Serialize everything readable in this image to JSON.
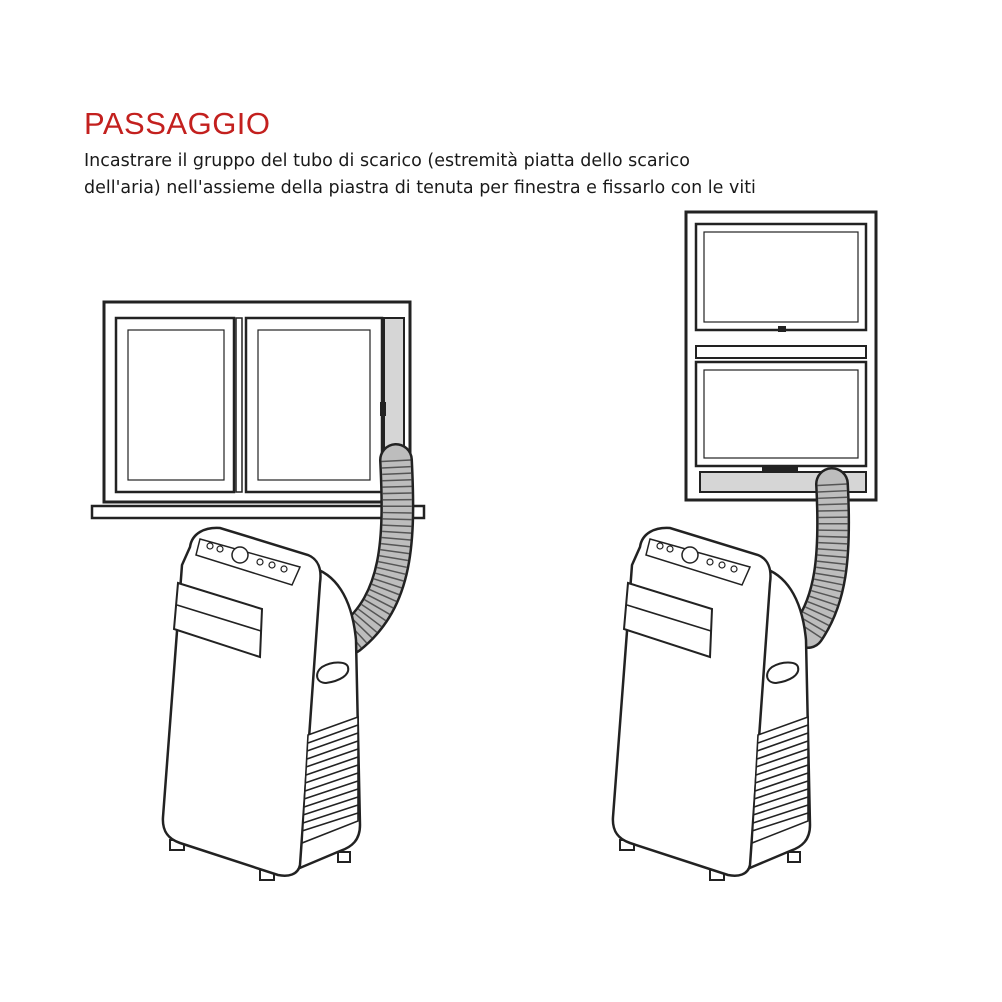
{
  "step": {
    "title": "PASSAGGIO",
    "lines": [
      "Incastrare il gruppo del tubo di scarico (estremità piatta dello scarico",
      "dell'aria) nell'assieme della piastra di tenuta per finestra e fissarlo con le viti"
    ]
  },
  "colors": {
    "title": "#c3201e",
    "text": "#1a1a1a",
    "line_art": "#222222",
    "hose_shade": "#bdbdbd",
    "seal_plate": "#d6d6d6"
  },
  "illustrations": {
    "left": {
      "window": "sliding-window-icon",
      "unit": "portable-air-conditioner-icon",
      "hose": "exhaust-hose-icon"
    },
    "right": {
      "window": "sash-window-icon",
      "unit": "portable-air-conditioner-icon",
      "hose": "exhaust-hose-icon"
    }
  }
}
